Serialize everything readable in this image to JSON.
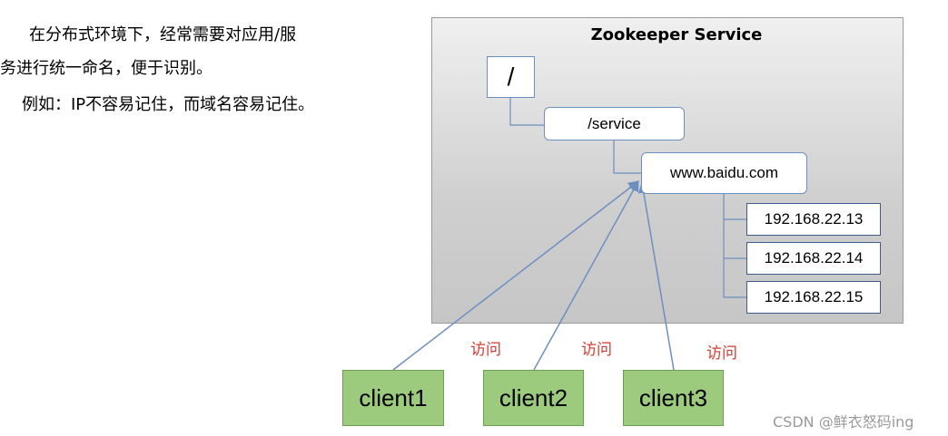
{
  "text": {
    "line1": "在分布式环境下，经常需要对应用/服",
    "line2": "务进行统一命名，便于识别。",
    "line3": "例如：IP不容易记住，而域名容易记住。"
  },
  "diagram": {
    "title": "Zookeeper Service",
    "root": "/",
    "service": "/service",
    "domain": "www.baidu.com",
    "ips": [
      "192.168.22.13",
      "192.168.22.14",
      "192.168.22.15"
    ],
    "clients": [
      "client1",
      "client2",
      "client3"
    ],
    "visit_label": "访问"
  },
  "colors": {
    "arrow": "#6d8fc0",
    "visit": "#d43b2f",
    "client_fill": "#9ccb7d"
  },
  "watermark": "CSDN @鲜衣怒码ing"
}
